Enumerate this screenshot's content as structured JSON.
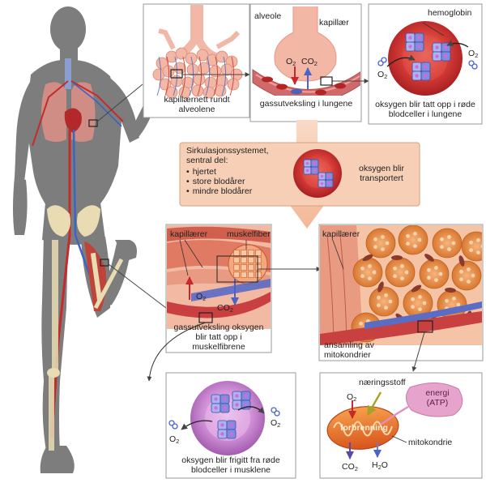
{
  "panels": {
    "lung_capillary": {
      "caption": "kapillærnett rundt alveolene"
    },
    "gas_exchange_lung": {
      "alveole_label": "alveole",
      "capillary_label": "kapillær",
      "o2": "O",
      "co2": "CO",
      "caption": "gassutveksling i lungene"
    },
    "oxygen_uptake": {
      "hemoglobin_label": "hemoglobin",
      "o2_left": "O",
      "o2_right": "O",
      "caption": "oksygen blir tatt opp i røde blodceller i lungene"
    },
    "circulation": {
      "title": "Sirkulasjonssystemet, sentral del:",
      "items": [
        "hjertet",
        "store blodårer",
        "mindre blodårer"
      ],
      "transport_label": "oksygen blir transportert"
    },
    "muscle_exchange": {
      "capillaries_label": "kapillærer",
      "muscle_fiber_label": "muskelfiber",
      "o2": "O",
      "co2": "CO",
      "caption": "gassutveksling oksygen blir tatt opp i muskelfibrene"
    },
    "mitochondria_cluster": {
      "capillaries_label": "kapillærer",
      "caption": "ansamling av mitokondrier"
    },
    "oxygen_release": {
      "o2_left": "O",
      "o2_right": "O",
      "caption": "oksygen blir frigitt fra røde blodceller i musklene"
    },
    "mitochondrion": {
      "nutrient_label": "næringsstoff",
      "o2": "O",
      "combustion_label": "forbrenning",
      "energy_label": "energi (ATP)",
      "mitochondrion_label": "mitokondrie",
      "co2": "CO",
      "h2o": "H",
      "h2o_tail": "O"
    }
  },
  "subscript_two": "2",
  "colors": {
    "body": "#7d7d7d",
    "blood_cell": "#c8282b",
    "alveole": "#f3b7a5",
    "arrow_gray": "#444444",
    "orange_box": "#f6cfb6",
    "big_arrow": "#f5c8ae",
    "vein_blue": "#5b6cc4",
    "muscle_red": "#c0433a",
    "mitochondrion": "#e96a2a",
    "energy_pink": "#e6a4cc"
  }
}
